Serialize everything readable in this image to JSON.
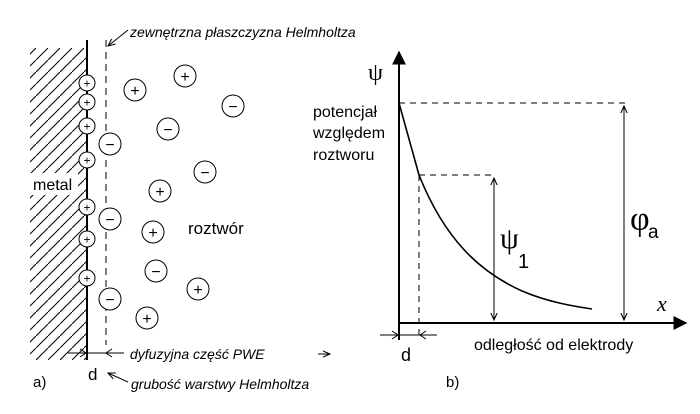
{
  "left_panel": {
    "label_metal": "metal",
    "label_solution": "roztwór",
    "label_outer_helmholtz": "zewnętrzna płaszczyzna Helmholtza",
    "label_diffuse": "dyfuzyjna część PWE",
    "label_d": "d",
    "label_thickness": "grubość warstwy Helmholtza",
    "panel_letter": "a)",
    "plus_sign": "+",
    "minus_sign": "−"
  },
  "right_panel": {
    "axis_psi": "ψ",
    "label_potential": [
      "potencjał",
      "względem",
      "roztworu"
    ],
    "psi1_symbol": "ψ",
    "psi1_sub": "1",
    "phi_a_symbol": "φ",
    "phi_a_sub": "a",
    "axis_x": "x",
    "label_distance": "odległość od elektrody",
    "label_d": "d",
    "panel_letter": "b)"
  }
}
